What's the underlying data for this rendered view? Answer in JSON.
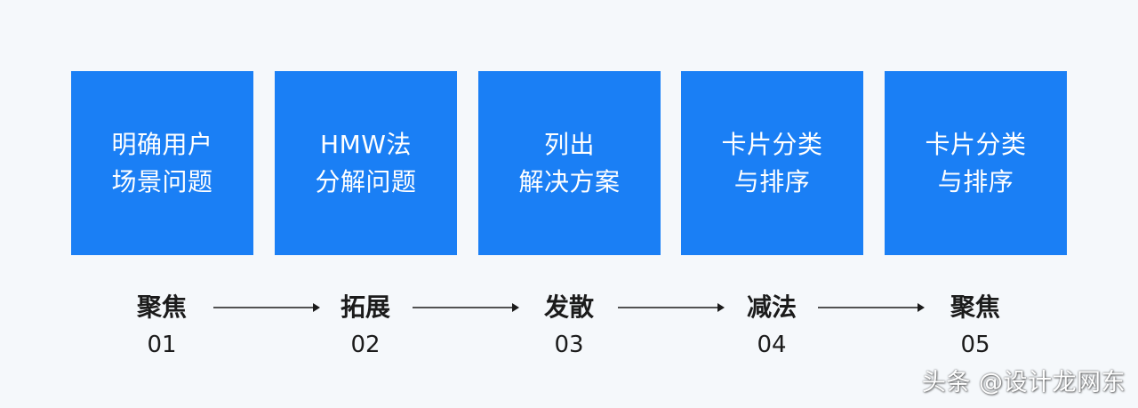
{
  "colors": {
    "background": "#f5f8fb",
    "card": "#1a7ff5",
    "card_text": "#ffffff",
    "label_text": "#1b1b1b",
    "arrow": "#1b1b1b"
  },
  "steps": [
    {
      "card_lines": [
        "明确用户",
        "场景问题"
      ],
      "phase": "聚焦",
      "number": "01"
    },
    {
      "card_lines": [
        "HMW法",
        "分解问题"
      ],
      "phase": "拓展",
      "number": "02"
    },
    {
      "card_lines": [
        "列出",
        "解决方案"
      ],
      "phase": "发散",
      "number": "03"
    },
    {
      "card_lines": [
        "卡片分类",
        "与排序"
      ],
      "phase": "减法",
      "number": "04"
    },
    {
      "card_lines": [
        "卡片分类",
        "与排序"
      ],
      "phase": "聚焦",
      "number": "05"
    }
  ],
  "watermark": "头条 @设计龙网东"
}
